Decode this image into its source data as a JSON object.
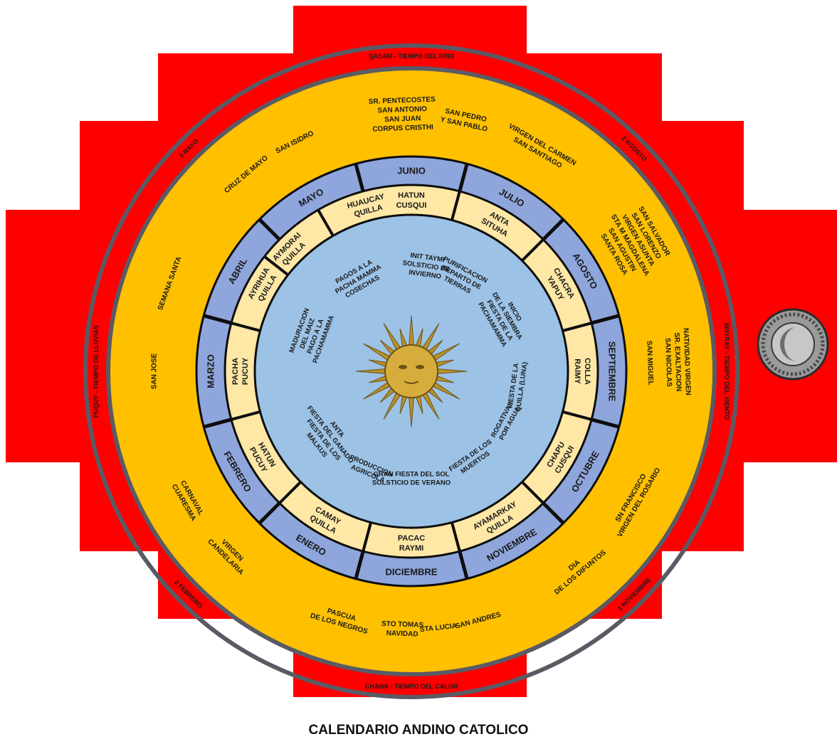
{
  "title": "CALENDARIO ANDINO CATOLICO",
  "colors": {
    "cross_red": "#ff0000",
    "ring_orange": "#ffc000",
    "ring_grey": "#5a5a64",
    "month_blue": "#8ea6dc",
    "quilla_cream": "#ffe7a6",
    "center_blue": "#9cc2e6",
    "divider": "#0d0d0d"
  },
  "seasons": [
    {
      "label": "QASAM - TIEMPO DEL FRIO",
      "angle": 0
    },
    {
      "label": "WAYRAY - TIEMPO DEL VIENTO",
      "angle": 90
    },
    {
      "label": "CHAWA - TIEMPO DEL CALOR",
      "angle": 180
    },
    {
      "label": "PUQUY - TIEMPO DE LLUVIAS",
      "angle": 270
    }
  ],
  "dates": [
    {
      "label": "2 AGOSTO",
      "angle": 45
    },
    {
      "label": "1 NOVIEMBRE",
      "angle": 135
    },
    {
      "label": "2 FEBRERO",
      "angle": 225
    },
    {
      "label": "3 MAYO",
      "angle": 315
    }
  ],
  "months": [
    {
      "name": "JUNIO",
      "angle": 0
    },
    {
      "name": "JULIO",
      "angle": 30
    },
    {
      "name": "AGOSTO",
      "angle": 60
    },
    {
      "name": "SEPTIEMBRE",
      "angle": 90
    },
    {
      "name": "OCTUBRE",
      "angle": 120
    },
    {
      "name": "NOVIEMBRE",
      "angle": 150
    },
    {
      "name": "DICIEMBRE",
      "angle": 180
    },
    {
      "name": "ENERO",
      "angle": 210
    },
    {
      "name": "FEBRERO",
      "angle": 240
    },
    {
      "name": "MARZO",
      "angle": 270
    },
    {
      "name": "ABRIL",
      "angle": 300
    },
    {
      "name": "MAYO",
      "angle": 330
    }
  ],
  "quillas": [
    {
      "lines": [
        "HATUN",
        "CUSQUI"
      ],
      "angle": 0
    },
    {
      "lines": [
        "ANTA",
        "SITUHA"
      ],
      "angle": 30
    },
    {
      "lines": [
        "CHACRA",
        "YAPUY"
      ],
      "angle": 60
    },
    {
      "lines": [
        "COLLA",
        "RAIMY"
      ],
      "angle": 90
    },
    {
      "lines": [
        "CHAPU",
        "CUSQUI"
      ],
      "angle": 120
    },
    {
      "lines": [
        "AYAMARKAY",
        "QUILLA"
      ],
      "angle": 150
    },
    {
      "lines": [
        "PACAC",
        "RAYMI"
      ],
      "angle": 180
    },
    {
      "lines": [
        "CAMAY",
        "QUILLA"
      ],
      "angle": 210
    },
    {
      "lines": [
        "HATUN",
        "PUCUY"
      ],
      "angle": 240
    },
    {
      "lines": [
        "PACHA",
        "PUCUY"
      ],
      "angle": 270
    },
    {
      "lines": [
        "AYRIHUA",
        "QUILLA"
      ],
      "angle": 300
    },
    {
      "lines": [
        "AYMORAI",
        "QUILLA"
      ],
      "angle": 315
    },
    {
      "lines": [
        "HUAUCAY",
        "QUILLA"
      ],
      "angle": 345
    }
  ],
  "festivities": [
    {
      "lines": [
        "INIT TAYMI",
        "SOLSTICIO DE",
        "INVIERNO"
      ],
      "angle": 8
    },
    {
      "lines": [
        "PURIFICACION",
        "REPARTO DE",
        "TIERRAS"
      ],
      "angle": 28
    },
    {
      "lines": [
        "INICIO",
        "DE LA SIEMBRA",
        "FIESTA DE LA",
        "PACHAMAMMA"
      ],
      "angle": 60
    },
    {
      "lines": [
        "FIESTA DE LA",
        "QUILLA (LUNA)"
      ],
      "angle": 98
    },
    {
      "lines": [
        "ROGATIVAS",
        "POR AGUA"
      ],
      "angle": 118
    },
    {
      "lines": [
        "FIESTA DE LOS",
        "MUERTOS"
      ],
      "angle": 145
    },
    {
      "lines": [
        "GRAN FIESTA DEL SOL",
        "SOLSTICIO DE VERANO"
      ],
      "angle": 180
    },
    {
      "lines": [
        "PRODUCCION",
        "AGRICOLA"
      ],
      "angle": 203
    },
    {
      "lines": [
        "ANTA",
        "FIESTA DEL GANADO",
        "FIESTA DE LOS",
        "MALKUS"
      ],
      "angle": 232
    },
    {
      "lines": [
        "MADURACION",
        "DEL MAIZ",
        "PAGO A LA",
        "PACHAMAMMA"
      ],
      "angle": 290
    },
    {
      "lines": [
        "PAGOS A LA",
        "PACHA MAMMA",
        "COSECHAS"
      ],
      "angle": 330
    }
  ],
  "saints": [
    {
      "lines": [
        "SR. PENTECOSTES",
        "SAN ANTONIO",
        "SAN JUAN",
        "CORPUS CRISTHI"
      ],
      "angle": -2
    },
    {
      "lines": [
        "SAN PEDRO",
        "Y SAN PABLO"
      ],
      "angle": 12
    },
    {
      "lines": [
        "VIRGEN DEL CARMEN",
        "SAN SANTIAGO"
      ],
      "angle": 30
    },
    {
      "lines": [
        "SAN SALVADOR",
        "SAN LORENZO",
        "VIRGEN ASUNTA",
        "STA M MAGDALENA",
        "SAN AGUSTIN",
        "SANTA ROSA"
      ],
      "angle": 60
    },
    {
      "lines": [
        "NATIVIDAD VIRGEN",
        "SR. EXALTACION",
        "SAN NICOLAS",
        "",
        "SAN MIGUEL"
      ],
      "angle": 88
    },
    {
      "lines": [
        "SN FRANCISCO",
        "VIRGEN DEL ROSARIO"
      ],
      "angle": 120
    },
    {
      "lines": [
        "DIA",
        "DE LOS DIFUNTOS"
      ],
      "angle": 140
    },
    {
      "lines": [
        "SAN ANDRES"
      ],
      "angle": 165
    },
    {
      "lines": [
        "STA LUCIA"
      ],
      "angle": 174
    },
    {
      "lines": [
        "STO TOMAS",
        "NAVIDAD"
      ],
      "angle": 182
    },
    {
      "lines": [
        "PASCUA",
        "DE LOS NEGROS"
      ],
      "angle": 196
    },
    {
      "lines": [
        "VIRGEN",
        "CANDELARIA"
      ],
      "angle": 225
    },
    {
      "lines": [
        "CARNAVAL",
        "CUARESMA"
      ],
      "angle": 240
    },
    {
      "lines": [
        "SAN JOSE"
      ],
      "angle": 270
    },
    {
      "lines": [
        "SEMANA SANTA"
      ],
      "angle": 290
    },
    {
      "lines": [
        "CRUZ DE MAYO"
      ],
      "angle": 320
    },
    {
      "lines": [
        "SAN ISIDRO"
      ],
      "angle": 333
    }
  ]
}
